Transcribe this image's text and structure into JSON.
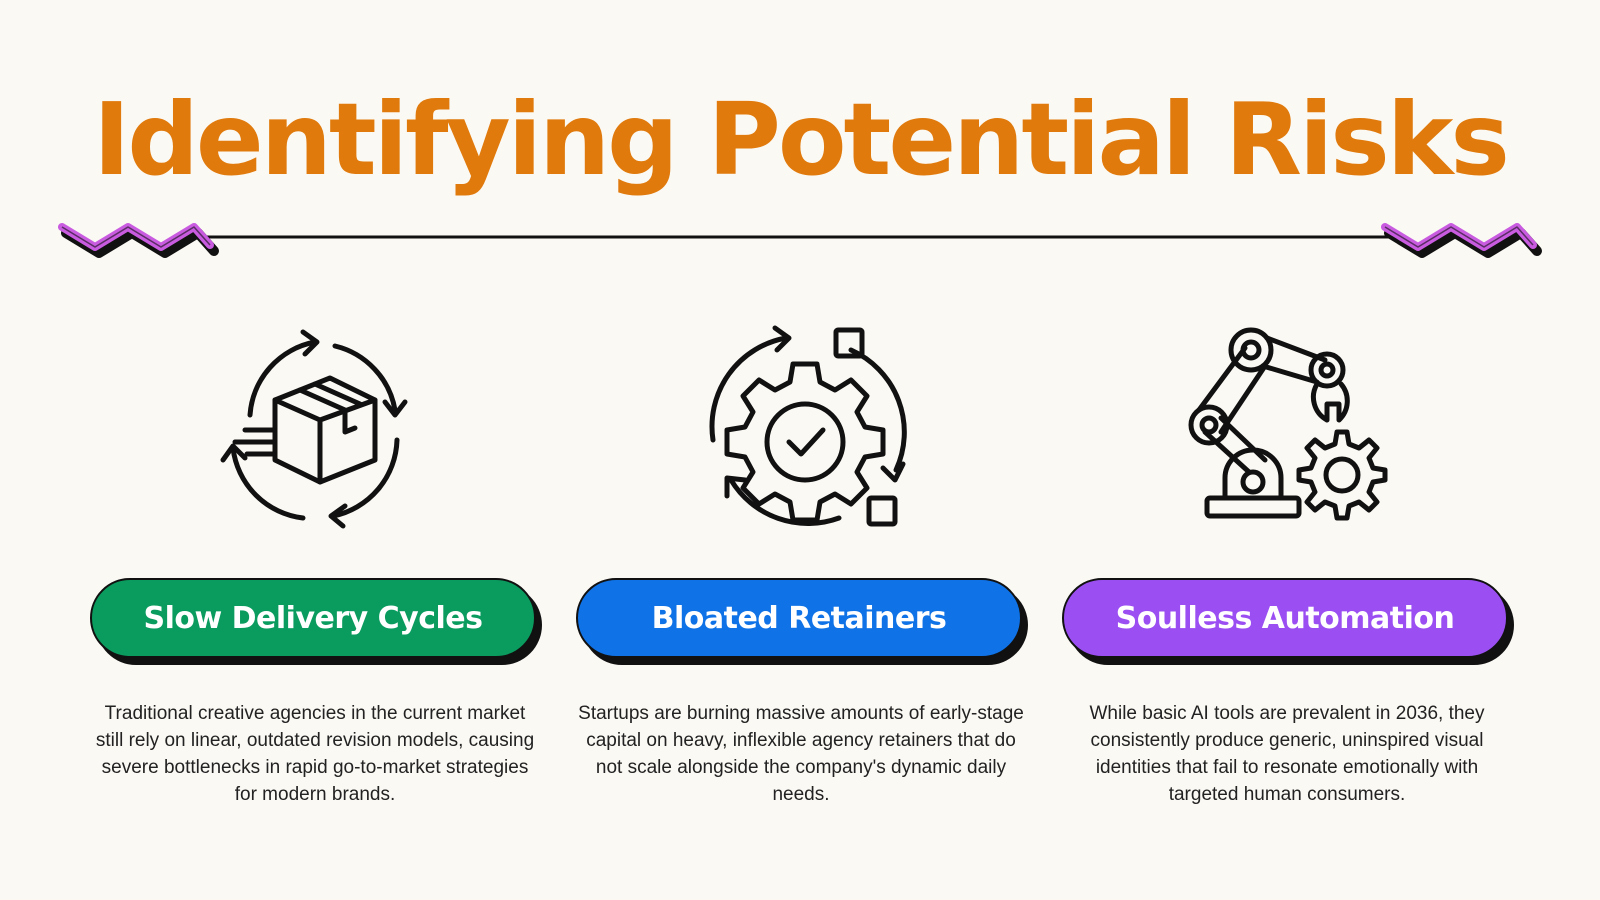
{
  "title": "Identifying Potential Risks",
  "colors": {
    "title": "#e07a0c",
    "zigzag": "#c85be0",
    "line": "#111111"
  },
  "cards": [
    {
      "icon": "delivery-box-cycle-icon",
      "label": "Slow Delivery Cycles",
      "color": "#0a9b5e",
      "description": "Traditional creative agencies in the current market still rely on linear, outdated revision models, causing severe bottlenecks in rapid go-to-market strategies for modern brands."
    },
    {
      "icon": "gear-check-cycle-icon",
      "label": "Bloated Retainers",
      "color": "#0f72e6",
      "description": "Startups are burning massive amounts of early-stage capital on heavy, inflexible agency retainers that do not scale alongside the company's dynamic daily needs."
    },
    {
      "icon": "robotic-arm-gear-icon",
      "label": "Soulless Automation",
      "color": "#9b4ff2",
      "description": "While basic AI tools are prevalent in 2036, they consistently produce generic, uninspired visual identities that fail to resonate emotionally with targeted human consumers."
    }
  ]
}
